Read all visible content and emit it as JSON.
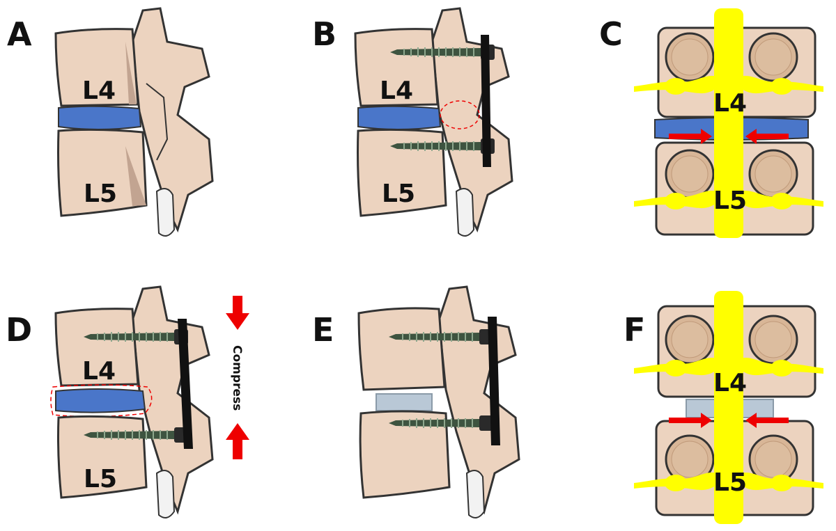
{
  "panels": {
    "a": {
      "letter": "A",
      "upper": "L4",
      "lower": "L5"
    },
    "b": {
      "letter": "B",
      "upper": "L4",
      "lower": "L5"
    },
    "c": {
      "letter": "C",
      "upper": "L4",
      "lower": "L5"
    },
    "d": {
      "letter": "D",
      "upper": "L4",
      "lower": "L5",
      "annotation": "Compress"
    },
    "e": {
      "letter": "E"
    },
    "f": {
      "letter": "F",
      "upper": "L4",
      "lower": "L5"
    }
  },
  "colors": {
    "bone": "#ecd3bf",
    "bone_shadow": "#c2a491",
    "disc": "#4a76c9",
    "cage": "#b9c8d6",
    "nerve": "#ffff00",
    "arrow": "#ee0000",
    "rod": "#111111",
    "screw": "#3e5440",
    "pedicle": "#d8b697",
    "spinous": "#f2f2f2"
  }
}
